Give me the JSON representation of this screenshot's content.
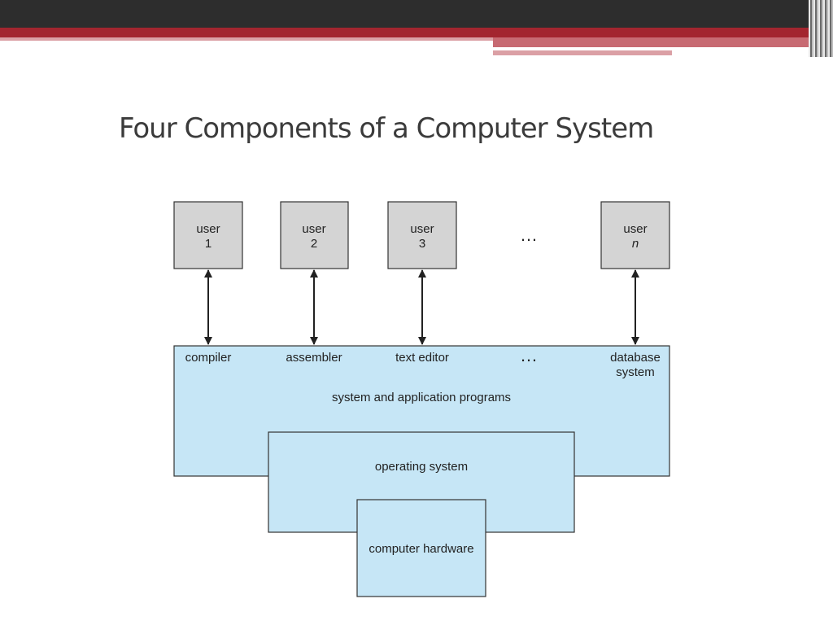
{
  "title": "Four Components of a Computer System",
  "users": [
    {
      "line1": "user",
      "line2": "1"
    },
    {
      "line1": "user",
      "line2": "2"
    },
    {
      "line1": "user",
      "line2": "3"
    },
    {
      "line1": "user",
      "line2": "n"
    }
  ],
  "user_ellipsis": "…",
  "programs": {
    "items": [
      "compiler",
      "assembler",
      "text editor"
    ],
    "ellipsis": "…",
    "last_line1": "database",
    "last_line2": "system",
    "label": "system and application programs"
  },
  "operating_system": "operating system",
  "hardware": "computer hardware",
  "colors": {
    "header_dark": "#2d2d2d",
    "header_red": "#a3252f",
    "user_box": "#d4d4d4",
    "layer_fill": "#c6e6f6"
  }
}
